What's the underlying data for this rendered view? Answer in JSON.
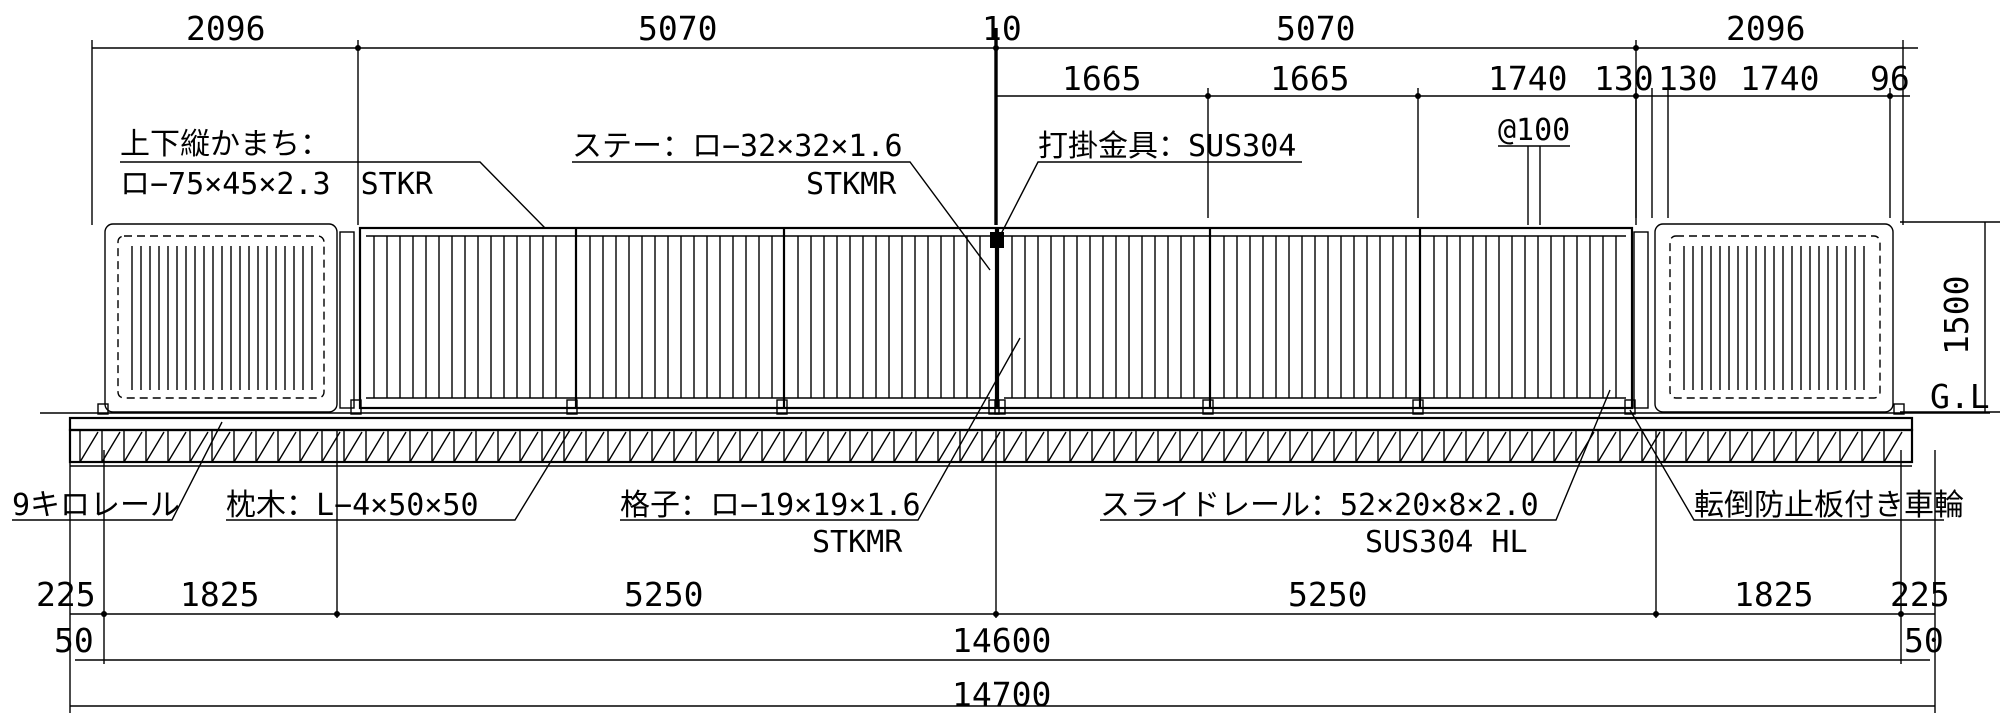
{
  "dimensions": {
    "top": [
      "2096",
      "5070",
      "10",
      "5070",
      "2096"
    ],
    "second": [
      "1665",
      "1665",
      "1740",
      "130",
      "130",
      "1740",
      "96"
    ],
    "pitch": "@100",
    "height": "1500",
    "ground_label": "G.L",
    "bottom_row": [
      "225",
      "1825",
      "5250",
      "5250",
      "1825",
      "225"
    ],
    "left_small": "50",
    "right_small": "50",
    "total_inner": "14600",
    "total_outer": "14700"
  },
  "callouts": {
    "frame_line1": "上下縦かまち：",
    "frame_line2": "ロ−75×45×2.3　STKR",
    "stay_line1": "ステー：ロ−32×32×1.6",
    "stay_line2": "STKMR",
    "latch": "打掛金具：SUS304",
    "rail_9kg": "9キロレール",
    "sleeper": "枕木：L−4×50×50",
    "lattice_line1": "格子：ロ−19×19×1.6",
    "lattice_line2": "STKMR",
    "slide_rail_line1": "スライドレール：52×20×8×2.0",
    "slide_rail_line2": "SUS304 HL",
    "anti_tip_wheel": "転倒防止板付き車輪"
  }
}
